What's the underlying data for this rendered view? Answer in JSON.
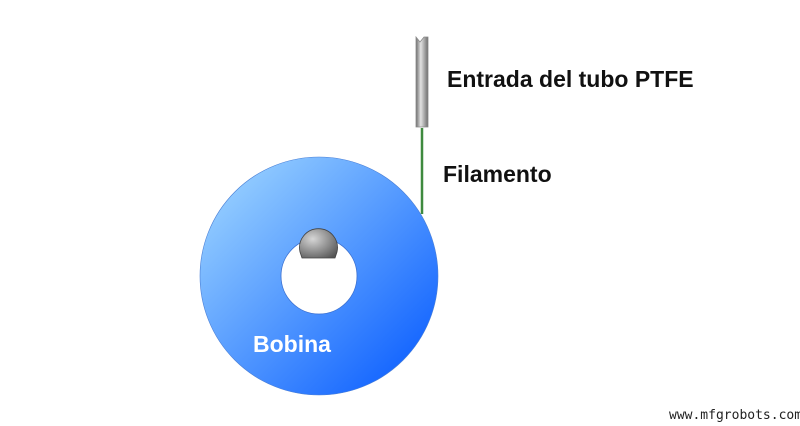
{
  "labels": {
    "ptfe_inlet": "Entrada del tubo PTFE",
    "filament": "Filamento",
    "spool": "Bobina"
  },
  "watermark": "www.mfgrobots.com",
  "colors": {
    "background": "#ffffff",
    "spool_light": "#a6dcff",
    "spool_dark": "#0055ff",
    "tube_light": "#e2e2e2",
    "tube_dark": "#6d6d6d",
    "filament": "#3f8a3f",
    "hub_light": "#d6d6d6",
    "hub_dark": "#555555",
    "label_dark": "#111111",
    "label_light": "#ffffff"
  },
  "icons": {
    "spool": "spool-disc",
    "tube": "ptfe-tube",
    "hub": "spool-hub"
  }
}
